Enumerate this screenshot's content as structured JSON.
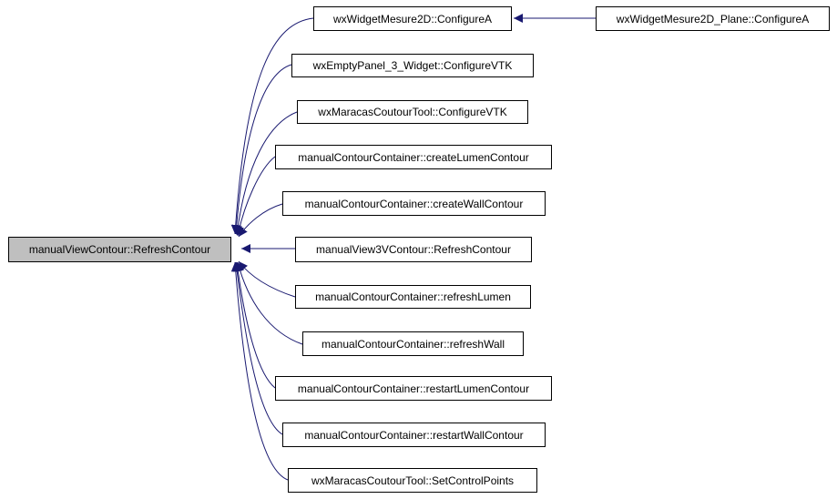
{
  "graph": {
    "root": {
      "label": "manualViewContour::RefreshContour"
    },
    "callers": [
      {
        "label": "wxWidgetMesure2D::ConfigureA"
      },
      {
        "label": "wxEmptyPanel_3_Widget::ConfigureVTK"
      },
      {
        "label": "wxMaracasCoutourTool::ConfigureVTK"
      },
      {
        "label": "manualContourContainer::createLumenContour"
      },
      {
        "label": "manualContourContainer::createWallContour"
      },
      {
        "label": "manualView3VContour::RefreshContour"
      },
      {
        "label": "manualContourContainer::refreshLumen"
      },
      {
        "label": "manualContourContainer::refreshWall"
      },
      {
        "label": "manualContourContainer::restartLumenContour"
      },
      {
        "label": "manualContourContainer::restartWallContour"
      },
      {
        "label": "wxMaracasCoutourTool::SetControlPoints"
      }
    ],
    "second_level": [
      {
        "label": "wxWidgetMesure2D_Plane::ConfigureA",
        "calls": "wxWidgetMesure2D::ConfigureA"
      }
    ],
    "colors": {
      "edge": "#191970",
      "root_fill": "#bfbfbf",
      "node_fill": "#ffffff",
      "border": "#000000"
    }
  }
}
